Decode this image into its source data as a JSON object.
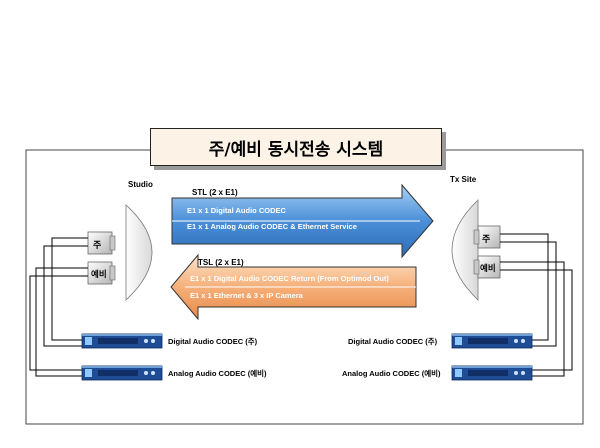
{
  "title": "주/예비 동시전송 시스템",
  "sites": {
    "studio": "Studio",
    "tx_site": "Tx Site"
  },
  "units": {
    "primary": "주",
    "backup": "예비"
  },
  "forward_link": {
    "name": "STL (2 x E1)",
    "line1": "E1 x 1  Digital Audio CODEC",
    "line2": "E1 x 1  Analog Audio CODEC & Ethernet Service",
    "color": "#4a90d9"
  },
  "return_link": {
    "name": "TSL (2 x E1)",
    "line1": "E1 x 1  Digital Audio CODEC Return (From Optimod Out)",
    "line2": "E1 x 1  Ethernet & 3 x IP Camera",
    "color": "#f4a267"
  },
  "codecs": {
    "studio_digital": "Digital Audio CODEC (주)",
    "studio_analog": "Analog Audio CODEC (예비)",
    "tx_digital": "Digital Audio CODEC (주)",
    "tx_analog": "Analog Audio CODEC (예비)"
  }
}
